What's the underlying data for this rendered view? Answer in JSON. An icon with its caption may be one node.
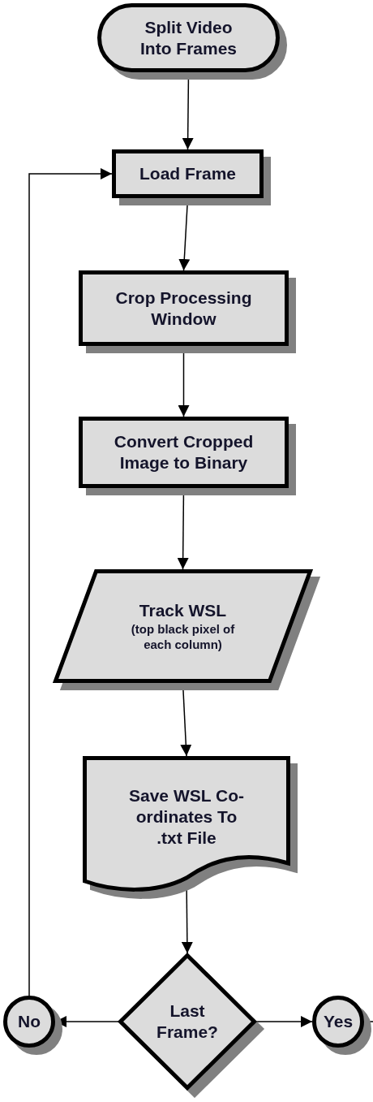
{
  "diagram": {
    "nodes": [
      {
        "text": [
          "Split Video Into Frames"
        ]
      },
      {
        "text": [
          "Load Frame"
        ]
      },
      {
        "text": [
          "Crop Processing Window"
        ]
      },
      {
        "text": [
          "Convert Cropped Image to Binary"
        ]
      },
      {
        "text": [
          "Track WSL",
          "(top black pixel of each column)"
        ]
      },
      {
        "text": [
          "Save WSL Co-ordinates To .txt File"
        ]
      },
      {
        "text": [
          "Last Frame?"
        ]
      },
      {
        "text": [
          "No"
        ]
      },
      {
        "text": [
          "Yes"
        ]
      }
    ],
    "edges": [
      {
        "from": 0,
        "to": 1,
        "arrow": "to"
      },
      {
        "from": 1,
        "to": 2,
        "arrow": "to"
      },
      {
        "from": 2,
        "to": 3,
        "arrow": "to"
      },
      {
        "from": 3,
        "to": 4,
        "arrow": "to"
      },
      {
        "from": 4,
        "to": 5,
        "arrow": "to"
      },
      {
        "from": 5,
        "to": 6,
        "arrow": "to"
      },
      {
        "from": 6,
        "to": 7,
        "arrow": "to"
      },
      {
        "from": 6,
        "to": 8,
        "arrow": "to"
      },
      {
        "from": 7,
        "to": 1,
        "arrow": "to"
      },
      {
        "from": 8,
        "to": null,
        "arrow": "none"
      }
    ]
  }
}
